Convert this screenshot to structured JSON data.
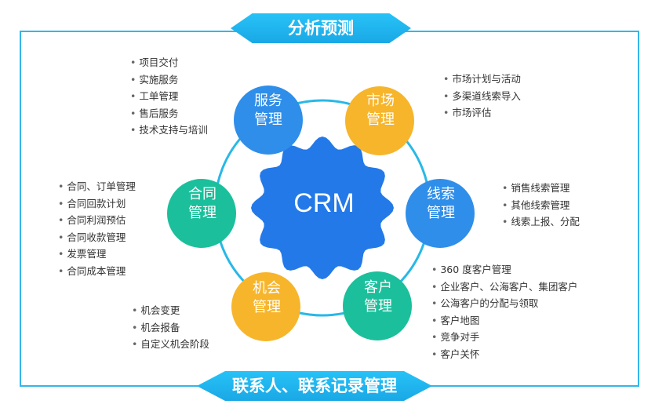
{
  "title_top": "分析预测",
  "title_bottom": "联系人、联系记录管理",
  "center": "CRM",
  "colors": {
    "blue": "#2f8ee9",
    "orange": "#f7b52b",
    "teal": "#1bbf9b",
    "ring": "#28b8e8",
    "center": "#2379e8"
  },
  "nodes": [
    {
      "id": "service",
      "line1": "服务",
      "line2": "管理",
      "color": "blue",
      "items": [
        "项目交付",
        "实施服务",
        "工单管理",
        "售后服务",
        "技术支持与培训"
      ]
    },
    {
      "id": "market",
      "line1": "市场",
      "line2": "管理",
      "color": "orange",
      "items": [
        "市场计划与活动",
        "多渠道线索导入",
        "市场评估"
      ]
    },
    {
      "id": "leads",
      "line1": "线索",
      "line2": "管理",
      "color": "blue",
      "items": [
        "销售线索管理",
        "其他线索管理",
        "线索上报、分配"
      ]
    },
    {
      "id": "customer",
      "line1": "客户",
      "line2": "管理",
      "color": "teal",
      "items": [
        "360 度客户管理",
        "企业客户、公海客户、集团客户",
        "公海客户的分配与领取",
        "客户地图",
        "竞争对手",
        "客户关怀"
      ]
    },
    {
      "id": "opportunity",
      "line1": "机会",
      "line2": "管理",
      "color": "orange",
      "items": [
        "机会变更",
        "机会报备",
        "自定义机会阶段"
      ]
    },
    {
      "id": "contract",
      "line1": "合同",
      "line2": "管理",
      "color": "teal",
      "items": [
        "合同、订单管理",
        "合同回款计划",
        "合同利润预估",
        "合同收款管理",
        "发票管理",
        "合同成本管理"
      ]
    }
  ]
}
